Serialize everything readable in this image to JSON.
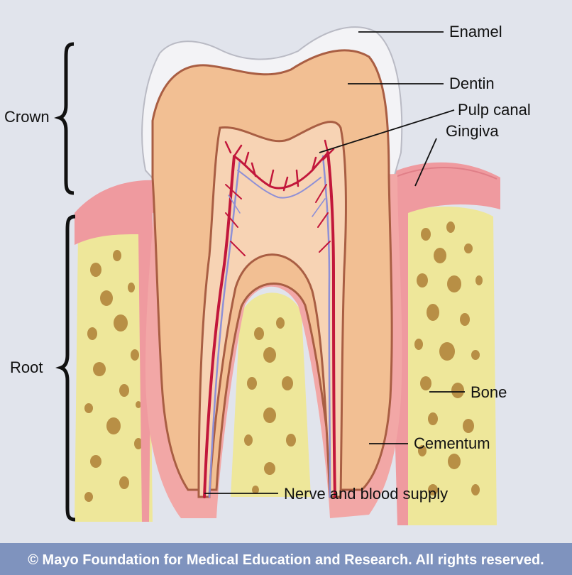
{
  "diagram": {
    "labels": {
      "enamel": "Enamel",
      "dentin": "Dentin",
      "pulp_canal": "Pulp canal",
      "gingiva": "Gingiva",
      "bone": "Bone",
      "cementum": "Cementum",
      "nerve": "Nerve and blood supply",
      "crown": "Crown",
      "root": "Root"
    },
    "copyright": "© Mayo Foundation for Medical Education and Research.  All rights reserved."
  },
  "colors": {
    "background": "#dde1ea",
    "enamel": "#f3f3f6",
    "dentin": "#f2bf93",
    "pulp": "#f7d3b4",
    "gingiva": "#ef9a9f",
    "cementum": "#f2a7a6",
    "bone": "#eee79a",
    "bone_pores": "#b88f45",
    "nerve": "#c2173b",
    "vessel": "#8f90d6",
    "footer": "#7f93be"
  }
}
